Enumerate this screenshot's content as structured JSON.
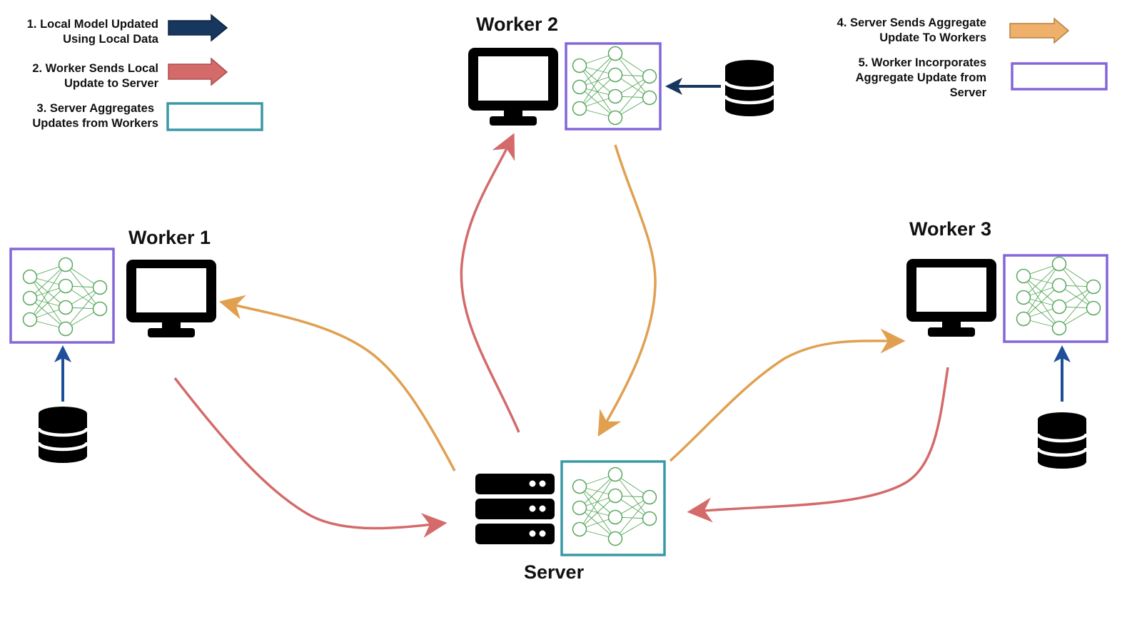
{
  "legend": {
    "item1": {
      "line1": "1. Local Model Updated",
      "line2": "Using Local Data"
    },
    "item2": {
      "line1": "2. Worker Sends Local",
      "line2": "Update to Server"
    },
    "item3": {
      "line1": "3. Server Aggregates",
      "line2": "Updates from Workers"
    },
    "item4": {
      "line1": "4. Server Sends Aggregate",
      "line2": "Update To Workers"
    },
    "item5": {
      "line1": "5. Worker Incorporates",
      "line2": "Aggregate Update from",
      "line3": "Server"
    }
  },
  "nodes": {
    "worker1": {
      "title": "Worker 1"
    },
    "worker2": {
      "title": "Worker 2"
    },
    "worker3": {
      "title": "Worker 3"
    },
    "server": {
      "title": "Server"
    }
  },
  "colors": {
    "local_update": "#17375e",
    "local_update_arrow": "#1f4e9a",
    "send_to_server": "#d46a6a",
    "aggregate_box": "#3a99a6",
    "send_to_workers": "#e0a050",
    "incorporate_box": "#8466d9",
    "network": "#58a85c",
    "icon": "#000000"
  },
  "icons": {
    "computer": "monitor-icon",
    "database": "database-icon",
    "server": "server-rack-icon",
    "model": "neural-network-icon"
  }
}
